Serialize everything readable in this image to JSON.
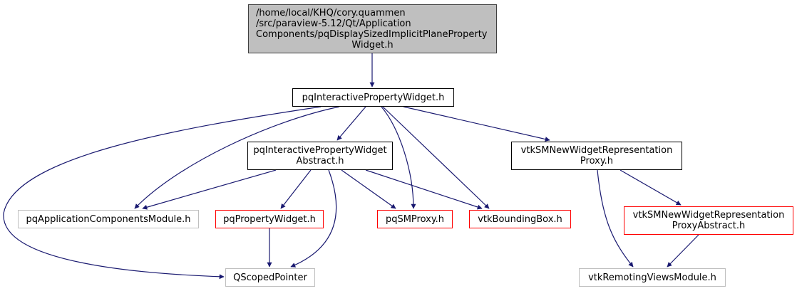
{
  "diagram": {
    "type": "include-dependency-graph",
    "edge_color": "#191970",
    "nodes": [
      {
        "id": "root",
        "style": "root",
        "lines": [
          "/home/local/KHQ/cory.quammen",
          "/src/paraview-5.12/Qt/Application",
          "Components/pqDisplaySizedImplicitPlaneProperty",
          "Widget.h"
        ]
      },
      {
        "id": "ipw",
        "style": "black",
        "lines": [
          "pqInteractivePropertyWidget.h"
        ]
      },
      {
        "id": "ipwa",
        "style": "black",
        "lines": [
          "pqInteractivePropertyWidget",
          "Abstract.h"
        ]
      },
      {
        "id": "nwrp",
        "style": "black",
        "lines": [
          "vtkSMNewWidgetRepresentation",
          "Proxy.h"
        ]
      },
      {
        "id": "acm",
        "style": "gray",
        "lines": [
          "pqApplicationComponentsModule.h"
        ]
      },
      {
        "id": "pw",
        "style": "red",
        "lines": [
          "pqPropertyWidget.h"
        ]
      },
      {
        "id": "smp",
        "style": "red",
        "lines": [
          "pqSMProxy.h"
        ]
      },
      {
        "id": "bb",
        "style": "red",
        "lines": [
          "vtkBoundingBox.h"
        ]
      },
      {
        "id": "nwrpa",
        "style": "red",
        "lines": [
          "vtkSMNewWidgetRepresentation",
          "ProxyAbstract.h"
        ]
      },
      {
        "id": "qsp",
        "style": "gray",
        "lines": [
          "QScopedPointer"
        ]
      },
      {
        "id": "rvm",
        "style": "gray",
        "lines": [
          "vtkRemotingViewsModule.h"
        ]
      }
    ],
    "edges": [
      {
        "from": "root",
        "to": "ipw"
      },
      {
        "from": "ipw",
        "to": "ipwa"
      },
      {
        "from": "ipw",
        "to": "acm"
      },
      {
        "from": "ipw",
        "to": "qsp"
      },
      {
        "from": "ipw",
        "to": "smp"
      },
      {
        "from": "ipw",
        "to": "bb"
      },
      {
        "from": "ipw",
        "to": "nwrp"
      },
      {
        "from": "ipwa",
        "to": "acm"
      },
      {
        "from": "ipwa",
        "to": "pw"
      },
      {
        "from": "ipwa",
        "to": "qsp"
      },
      {
        "from": "ipwa",
        "to": "smp"
      },
      {
        "from": "ipwa",
        "to": "bb"
      },
      {
        "from": "pw",
        "to": "qsp"
      },
      {
        "from": "nwrp",
        "to": "nwrpa"
      },
      {
        "from": "nwrp",
        "to": "rvm"
      },
      {
        "from": "nwrpa",
        "to": "rvm"
      }
    ]
  }
}
